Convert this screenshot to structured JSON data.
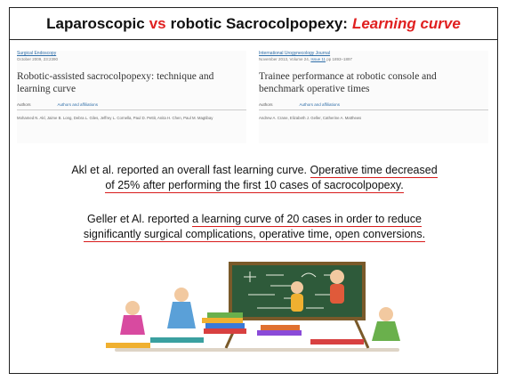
{
  "title": {
    "part1": "Laparoscopic",
    "vs": "vs",
    "part2": "robotic Sacrocolpopexy:",
    "learning_curve": "Learning curve"
  },
  "refs": [
    {
      "journal": "Surgical Endoscopy",
      "date": "October 2009, 23:2390",
      "issue_link": "",
      "title_line1": "Robotic-assisted sacrocolpopexy: technique and",
      "title_line2": "learning curve",
      "authors_label": "Authors",
      "affiliations_label": "Authors and affiliations",
      "authors": "Mohamed N. Akl, Jaime B. Long, Debra L. Giles, Jeffrey L. Cornella, Paul D. Pettit, Anita H. Chen, Paul M. Magtibay"
    },
    {
      "journal": "International Urogynecology Journal",
      "date": "November 2013, Volume 24,",
      "issue_link": "Issue 11",
      "date_tail": "pp 1893–1897",
      "title_line1": "Trainee performance at robotic console and",
      "title_line2": "benchmark operative times",
      "authors_label": "Authors",
      "affiliations_label": "Authors and affiliations",
      "authors": "Andrew A. Crane, Elizabeth J. Geller, Catherine A. Matthews"
    }
  ],
  "para1": {
    "lead": "Akl et al. reported an overall fast learning curve.",
    "u1": "Operative time decreased",
    "u2": "of 25% after performing the first 10 cases of sacrocolpopexy."
  },
  "para2": {
    "lead": "Geller et Al. reported",
    "u1": "a learning curve of 20 cases in order to reduce",
    "u2": "significantly surgical complications, operative time, open conversions."
  },
  "colors": {
    "accent": "#e02020",
    "underline": "#d81b1b",
    "link": "#2f6ea8"
  }
}
